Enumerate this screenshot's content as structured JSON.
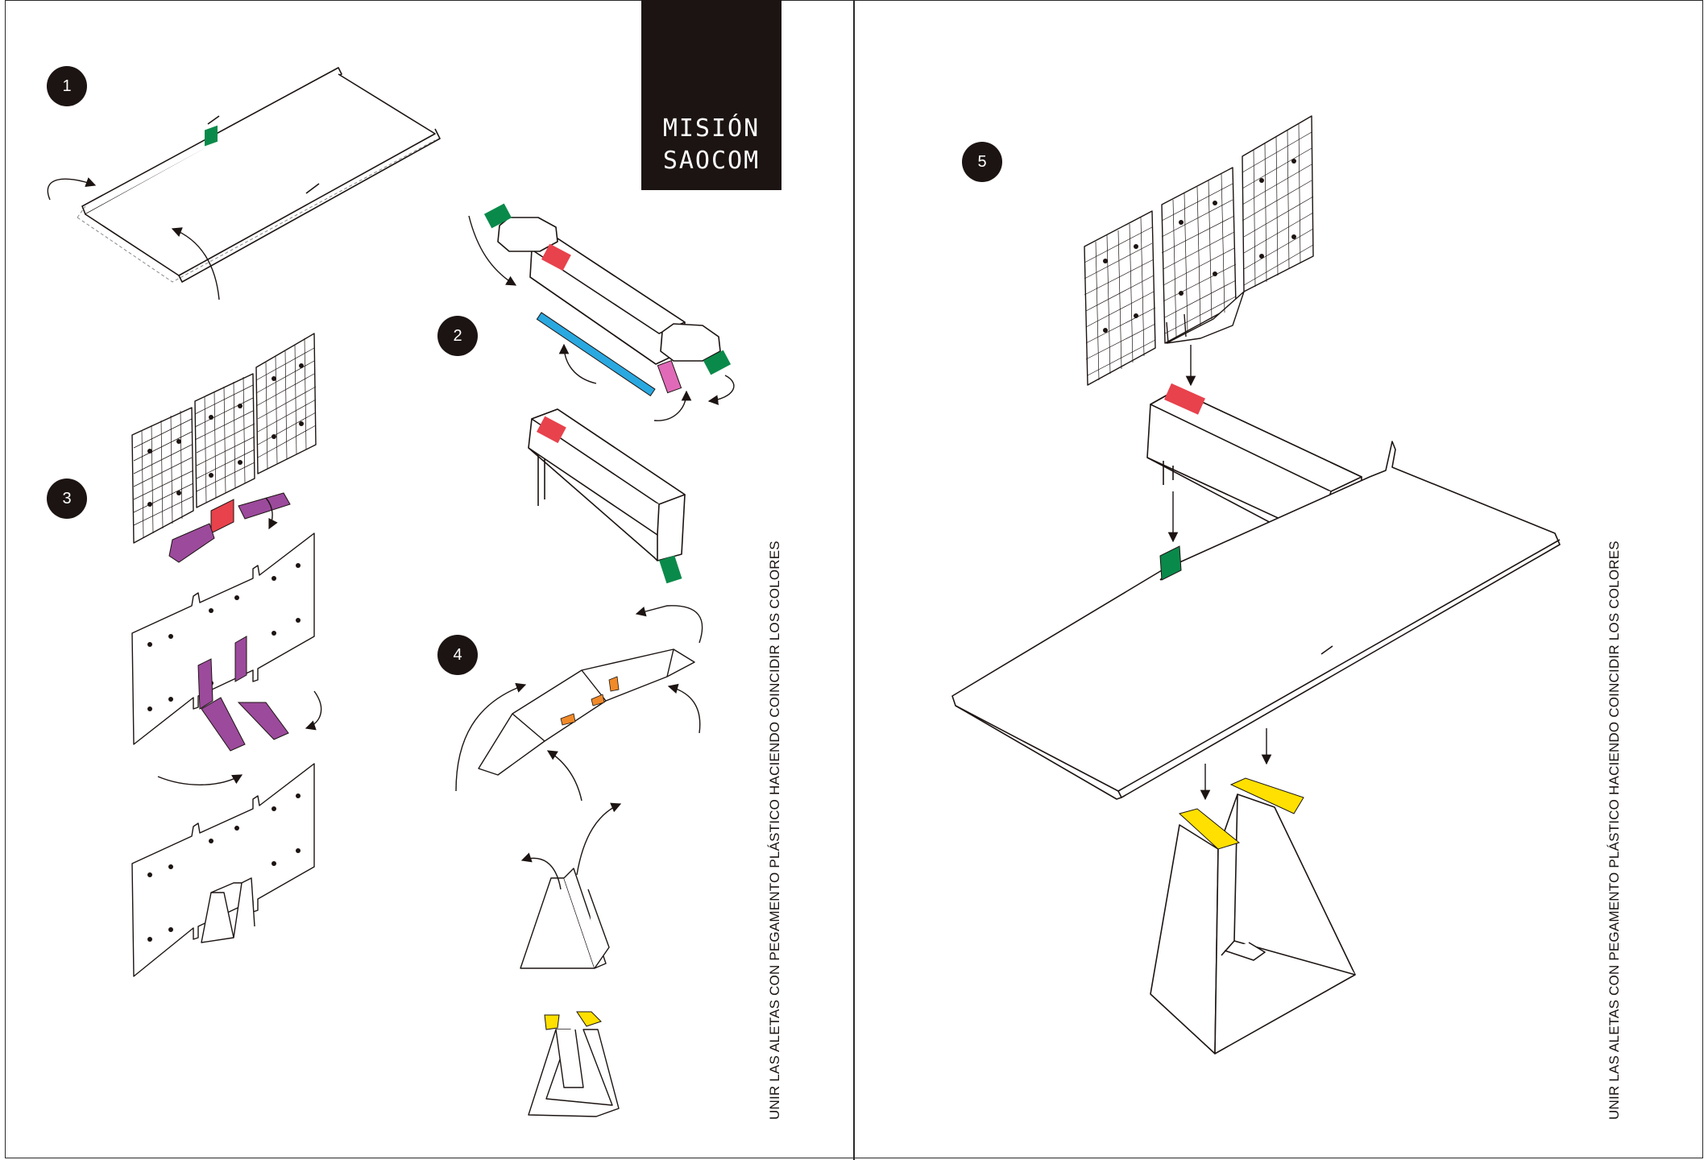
{
  "title": {
    "line1": "MISIÓN",
    "line2": "SAOCOM"
  },
  "steps": [
    "1",
    "2",
    "3",
    "4",
    "5"
  ],
  "instruction": "UNIR LAS ALETAS CON PEGAMENTO PLÁSTICO HACIENDO COINCIDIR LOS COLORES",
  "colors": {
    "green": "#0a8a4a",
    "red": "#e8424c",
    "blue": "#2aa8e0",
    "pink": "#e06ab8",
    "purple": "#9c4a9c",
    "orange": "#f08a2a",
    "yellow": "#ffe000",
    "ink": "#1c1412"
  }
}
